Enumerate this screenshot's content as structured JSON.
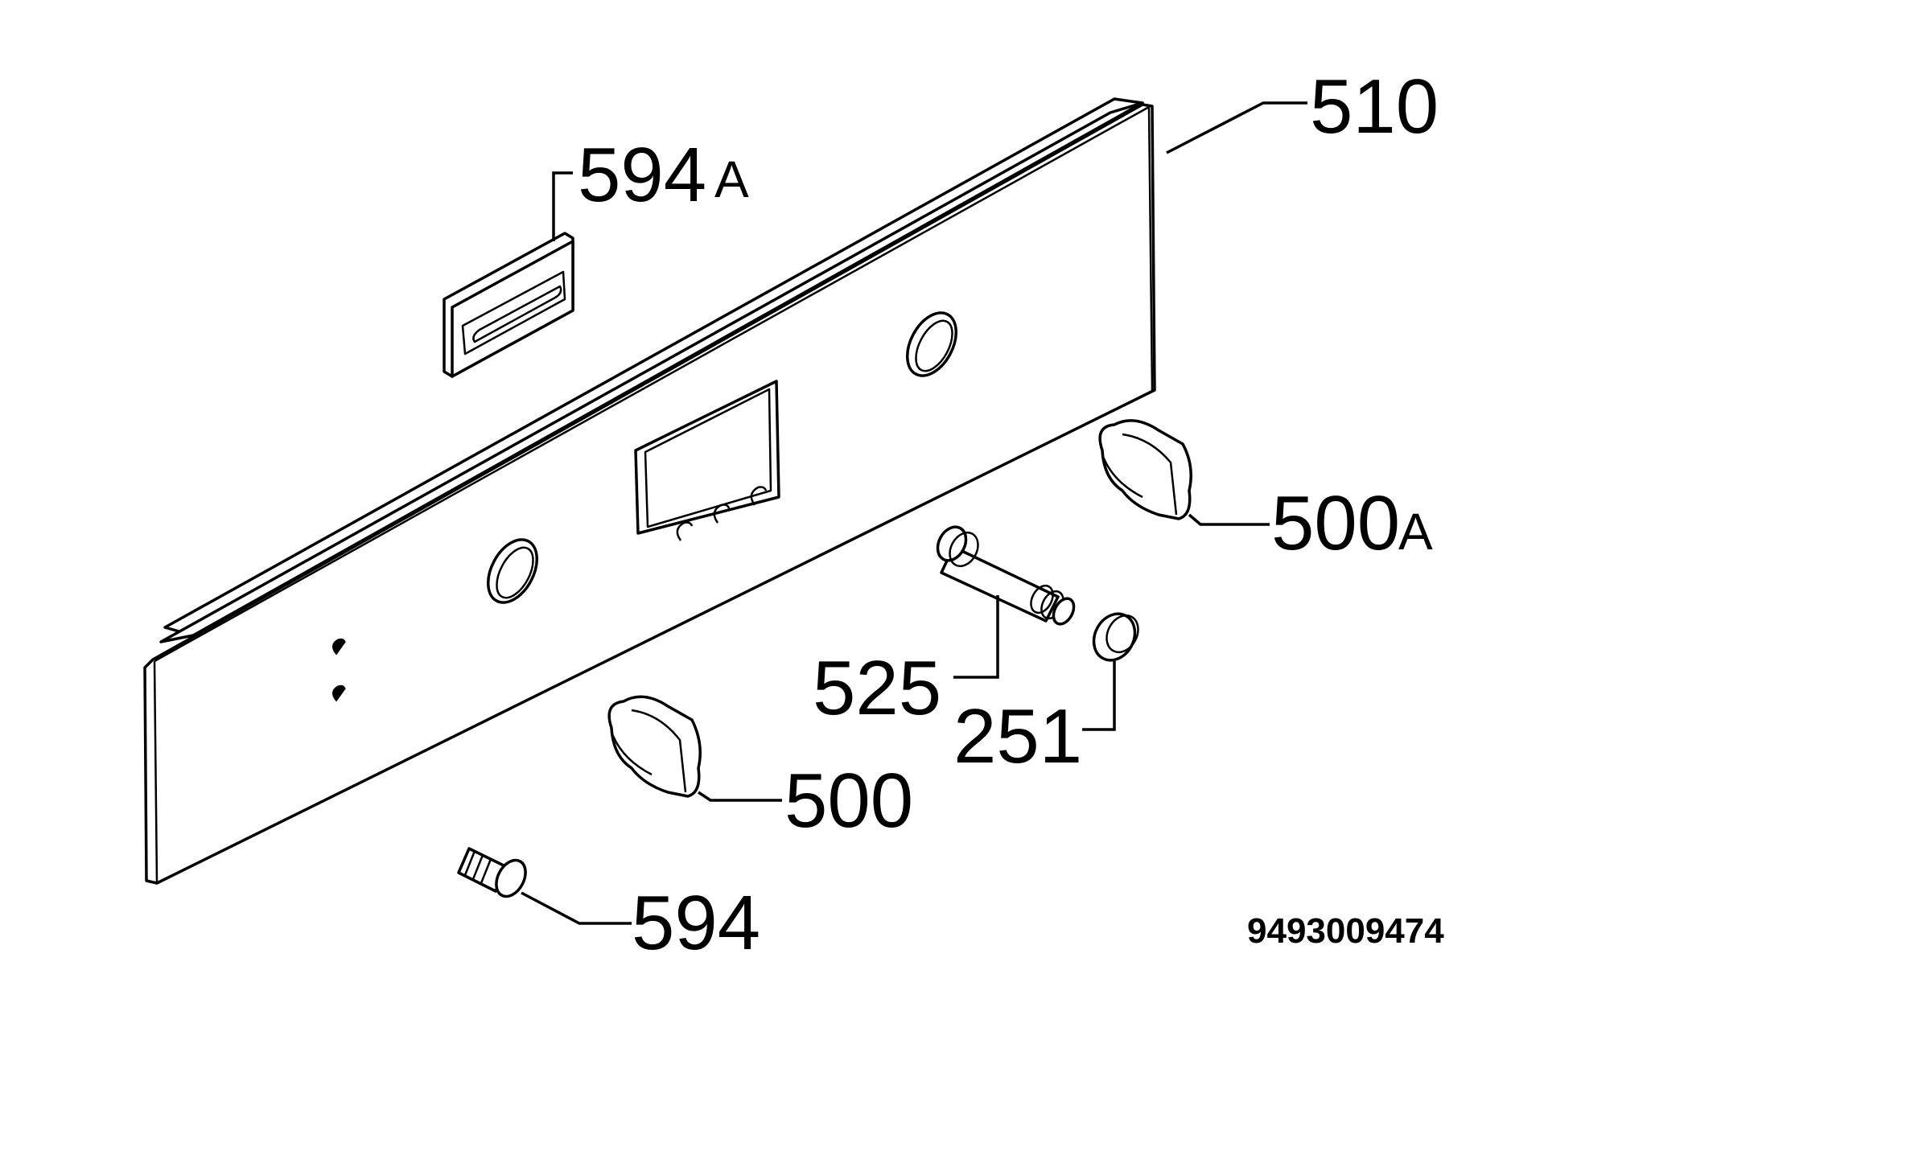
{
  "diagram": {
    "document_number": "9493009474",
    "callouts": {
      "panel": "510",
      "badge_num": "594",
      "badge_suffix": "A",
      "knob_right_num": "500",
      "knob_right_suffix": "A",
      "knob_left": "500",
      "shaft": "525",
      "cap": "251",
      "screw": "594"
    }
  }
}
